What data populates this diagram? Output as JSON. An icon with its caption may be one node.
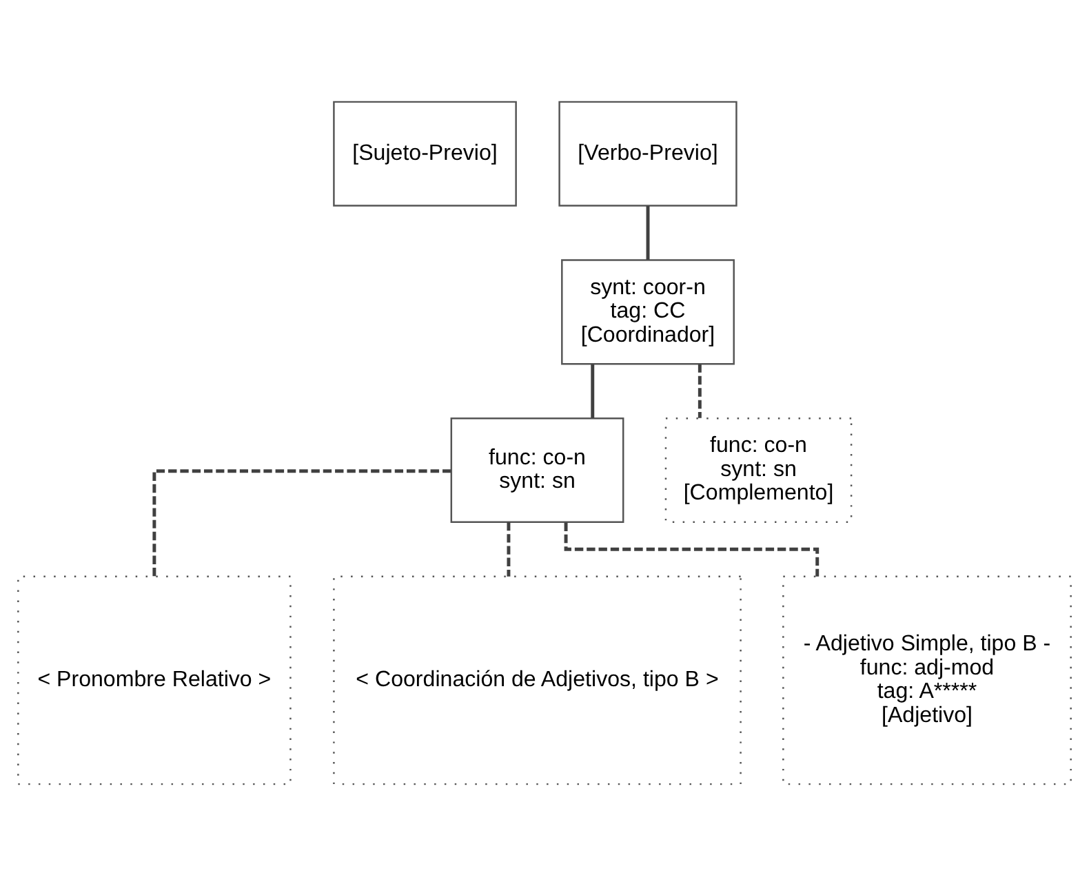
{
  "diagram": {
    "nodes": [
      {
        "text": [
          "[Sujeto-Previo]"
        ]
      },
      {
        "text": [
          "[Verbo-Previo]"
        ]
      },
      {
        "text": [
          "synt: coor-n",
          "tag: CC",
          "[Coordinador]"
        ]
      },
      {
        "text": [
          "func: co-n",
          "synt: sn"
        ]
      },
      {
        "text": [
          "func: co-n",
          "synt: sn",
          "[Complemento]"
        ]
      },
      {
        "text": [
          "< Pronombre Relativo >"
        ]
      },
      {
        "text": [
          "< Coordinación de Adjetivos, tipo B >"
        ]
      },
      {
        "text": [
          "- Adjetivo Simple, tipo B -",
          "func: adj-mod",
          "tag: A*****",
          "[Adjetivo]"
        ]
      }
    ],
    "edges": [
      {
        "from": 1,
        "to": 2,
        "arrow": "none"
      },
      {
        "from": 2,
        "to": 3,
        "arrow": "none"
      },
      {
        "from": 2,
        "to": 4,
        "arrow": "none",
        "style": "dashed"
      },
      {
        "from": 3,
        "to": 5,
        "arrow": "none",
        "style": "dashed"
      },
      {
        "from": 3,
        "to": 6,
        "arrow": "none",
        "style": "dashed"
      },
      {
        "from": 3,
        "to": 7,
        "arrow": "none",
        "style": "dashed"
      }
    ]
  }
}
